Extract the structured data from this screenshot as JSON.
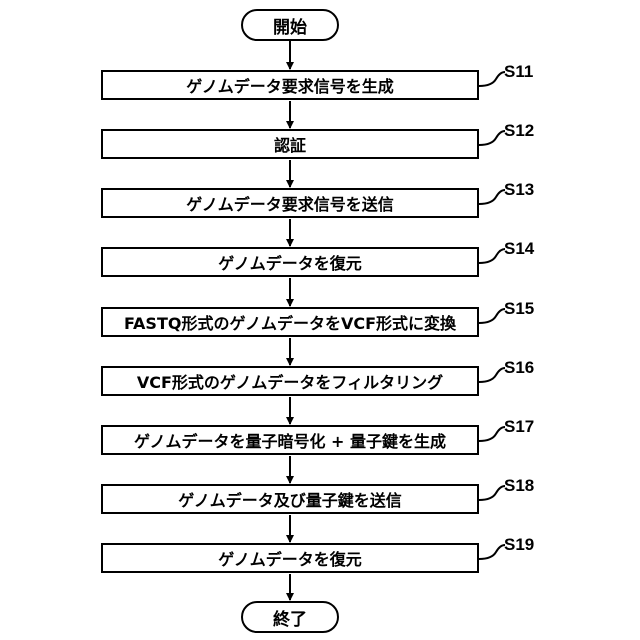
{
  "flowchart": {
    "start": "開始",
    "end": "終了",
    "steps": [
      {
        "id": "S11",
        "text": "ゲノムデータ要求信号を生成"
      },
      {
        "id": "S12",
        "text": "認証"
      },
      {
        "id": "S13",
        "text": "ゲノムデータ要求信号を送信"
      },
      {
        "id": "S14",
        "text": "ゲノムデータを復元"
      },
      {
        "id": "S15",
        "text": "FASTQ形式のゲノムデータをVCF形式に変換"
      },
      {
        "id": "S16",
        "text": "VCF形式のゲノムデータをフィルタリング"
      },
      {
        "id": "S17",
        "text": "ゲノムデータを量子暗号化 + 量子鍵を生成"
      },
      {
        "id": "S18",
        "text": "ゲノムデータ及び量子鍵を送信"
      },
      {
        "id": "S19",
        "text": "ゲノムデータを復元"
      }
    ]
  }
}
